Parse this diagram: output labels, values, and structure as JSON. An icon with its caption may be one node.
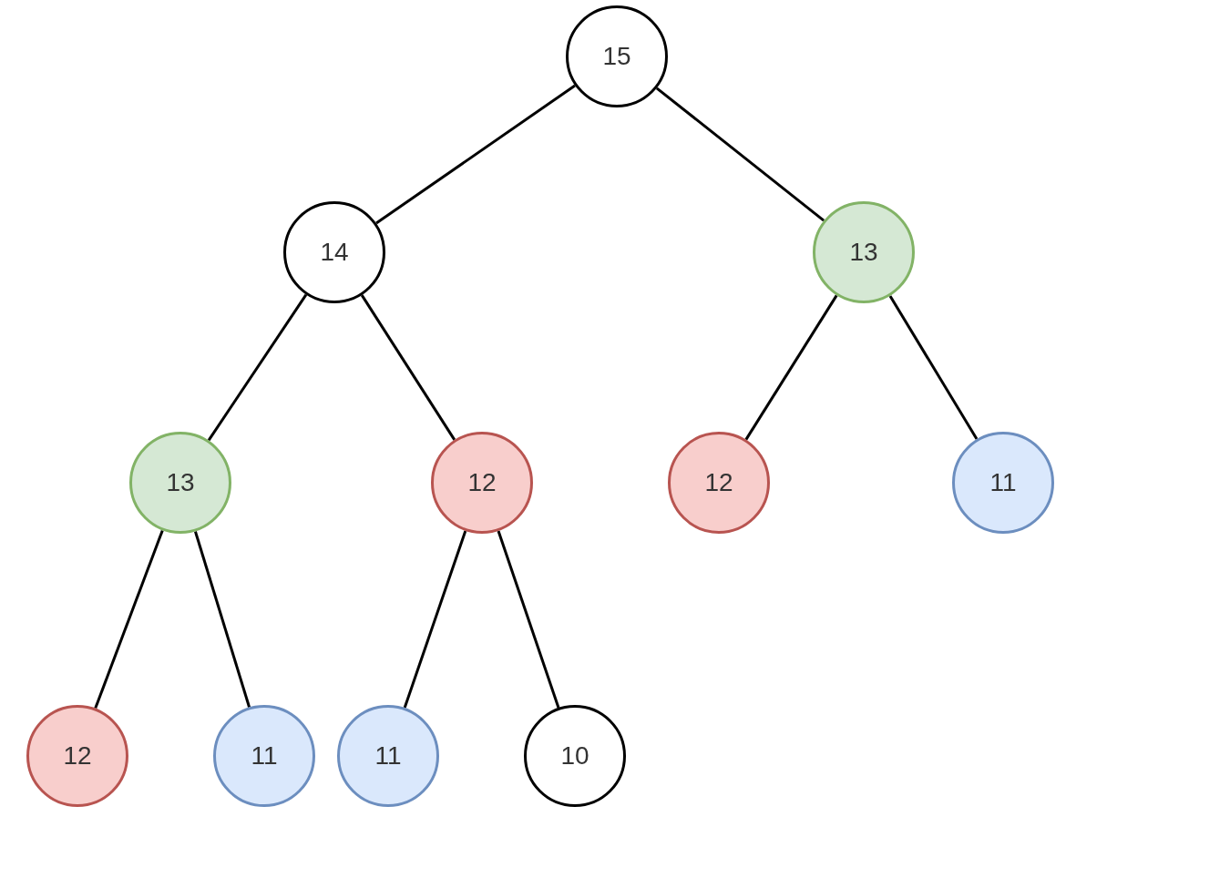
{
  "diagram": {
    "nodes": [
      {
        "text": [
          "15"
        ]
      },
      {
        "text": [
          "14"
        ]
      },
      {
        "text": [
          "13"
        ]
      },
      {
        "text": [
          "13"
        ]
      },
      {
        "text": [
          "12"
        ]
      },
      {
        "text": [
          "12"
        ]
      },
      {
        "text": [
          "11"
        ]
      },
      {
        "text": [
          "12"
        ]
      },
      {
        "text": [
          "11"
        ]
      },
      {
        "text": [
          "11"
        ]
      },
      {
        "text": [
          "10"
        ]
      }
    ],
    "edges": [
      {
        "from": 0,
        "to": 1,
        "arrow": "none"
      },
      {
        "from": 0,
        "to": 2,
        "arrow": "none"
      },
      {
        "from": 1,
        "to": 3,
        "arrow": "none"
      },
      {
        "from": 1,
        "to": 4,
        "arrow": "none"
      },
      {
        "from": 2,
        "to": 5,
        "arrow": "none"
      },
      {
        "from": 2,
        "to": 6,
        "arrow": "none"
      },
      {
        "from": 3,
        "to": 7,
        "arrow": "none"
      },
      {
        "from": 3,
        "to": 8,
        "arrow": "none"
      },
      {
        "from": 4,
        "to": 9,
        "arrow": "none"
      },
      {
        "from": 4,
        "to": 10,
        "arrow": "none"
      }
    ]
  }
}
